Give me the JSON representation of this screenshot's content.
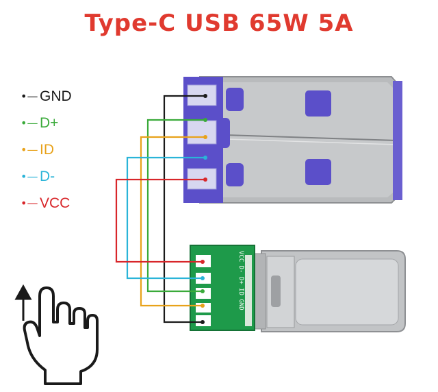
{
  "title": "Type-C USB 65W 5A",
  "colors": {
    "title": "#e03a2f",
    "gnd": "#1a1a1a",
    "dplus": "#3aaa3a",
    "id": "#e8a21a",
    "dminus": "#2ab4d8",
    "vcc": "#d8262a",
    "usb_insert": "#5b4fc9",
    "pcb": "#1e9a4a"
  },
  "legend": [
    {
      "key": "gnd",
      "label": "GND",
      "icon": "dash-bullet"
    },
    {
      "key": "dplus",
      "label": "D+",
      "icon": "dash-bullet"
    },
    {
      "key": "id",
      "label": "ID",
      "icon": "dash-bullet"
    },
    {
      "key": "dminus",
      "label": "D-",
      "icon": "dash-bullet"
    },
    {
      "key": "vcc",
      "label": "VCC",
      "icon": "dash-bullet"
    }
  ],
  "pcb_silkscreen": "VCC D- D+ ID GND",
  "icons": [
    "usb-a-connector-icon",
    "usb-c-connector-icon",
    "pcb-board-icon",
    "hand-pointer-icon",
    "arrow-up-icon"
  ]
}
